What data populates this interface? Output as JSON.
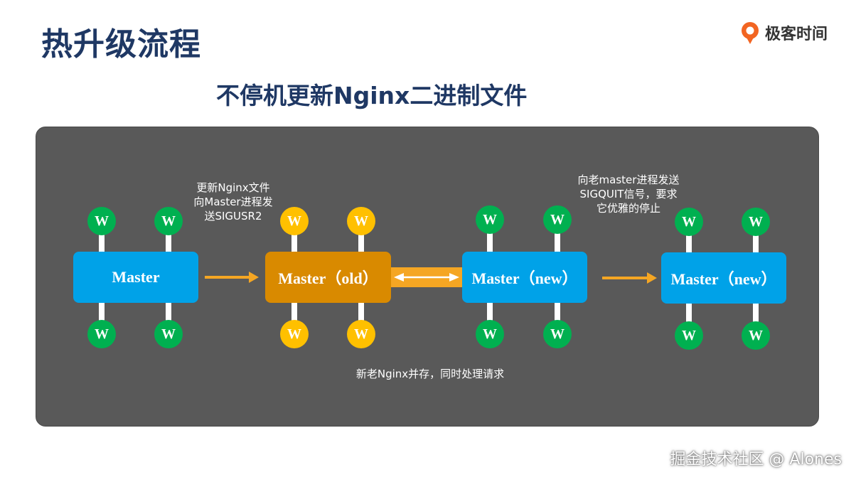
{
  "slide": {
    "title": "热升级流程",
    "subtitle": "不停机更新Nginx二进制文件",
    "logo_text": "极客时间",
    "logo_icon": "geektime-logo-icon",
    "watermark": "掘金技术社区 @ Alones"
  },
  "diagram": {
    "masters": [
      {
        "label": "Master",
        "color": "#00a2e8"
      },
      {
        "label": "Master（old）",
        "color": "#d98a00"
      },
      {
        "label": "Master（new）",
        "color": "#00a2e8"
      },
      {
        "label": "Master（new）",
        "color": "#00a2e8"
      }
    ],
    "worker_label": "W",
    "worker_colors": {
      "green": "#00b050",
      "yellow": "#ffc000"
    },
    "arrow_color": "#f5a623",
    "notes": {
      "step1": [
        "更新Nginx文件",
        "向Master进程发",
        "送SIGUSR2"
      ],
      "step2": [
        "向老master进程发送",
        "SIGQUIT信号，要求",
        "它优雅的停止"
      ],
      "coexist": "新老Nginx并存，同时处理请求"
    }
  }
}
